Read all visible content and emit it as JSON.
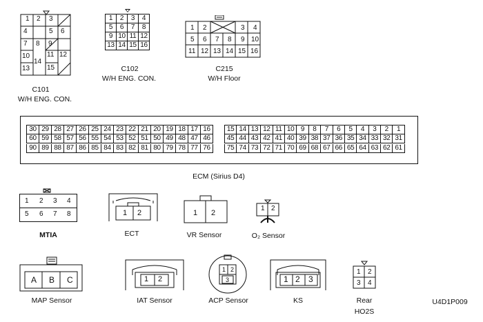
{
  "connectors": {
    "c101": {
      "code": "C101",
      "desc": "W/H ENG. CON."
    },
    "c102": {
      "code": "C102",
      "desc": "W/H ENG. CON.",
      "rows": [
        [
          "1",
          "2",
          "3",
          "4"
        ],
        [
          "5",
          "6",
          "7",
          "8"
        ],
        [
          "9",
          "10",
          "11",
          "12"
        ],
        [
          "13",
          "14",
          "15",
          "16"
        ]
      ]
    },
    "c215": {
      "code": "C215",
      "desc": "W/H Floor",
      "row1_left": [
        "1",
        "2"
      ],
      "row1_right": [
        "3",
        "4"
      ],
      "row2": [
        "5",
        "6",
        "7",
        "8",
        "9",
        "10"
      ],
      "row3": [
        "11",
        "12",
        "13",
        "14",
        "15",
        "16"
      ]
    },
    "ecm": {
      "label": "ECM (Sirius D4)",
      "left": {
        "row1": [
          "30",
          "29",
          "28",
          "27",
          "26",
          "25",
          "24",
          "23",
          "22",
          "21",
          "20",
          "19",
          "18",
          "17",
          "16"
        ],
        "row2": [
          "60",
          "59",
          "58",
          "57",
          "56",
          "55",
          "54",
          "53",
          "52",
          "51",
          "50",
          "49",
          "48",
          "47",
          "46"
        ],
        "row3": [
          "90",
          "89",
          "88",
          "87",
          "86",
          "85",
          "84",
          "83",
          "82",
          "81",
          "80",
          "79",
          "78",
          "77",
          "76"
        ]
      },
      "right": {
        "row1": [
          "15",
          "14",
          "13",
          "12",
          "11",
          "10",
          "9",
          "8",
          "7",
          "6",
          "5",
          "4",
          "3",
          "2",
          "1"
        ],
        "row2": [
          "45",
          "44",
          "43",
          "42",
          "41",
          "40",
          "39",
          "38",
          "37",
          "36",
          "35",
          "34",
          "33",
          "32",
          "31"
        ],
        "row3": [
          "75",
          "74",
          "73",
          "72",
          "71",
          "70",
          "69",
          "68",
          "67",
          "66",
          "65",
          "64",
          "63",
          "62",
          "61"
        ]
      }
    },
    "mtia": {
      "label": "MTIA",
      "row1": [
        "1",
        "2",
        "3",
        "4"
      ],
      "row2": [
        "5",
        "6",
        "7",
        "8"
      ]
    },
    "ect": {
      "label": "ECT",
      "pins": [
        "1",
        "2"
      ]
    },
    "vr_sensor": {
      "label": "VR Sensor",
      "pins": [
        "1",
        "2"
      ]
    },
    "o2_sensor": {
      "label": "O₂ Sensor",
      "pins": [
        "1",
        "2"
      ]
    },
    "map_sensor": {
      "label": "MAP Sensor",
      "pins": [
        "A",
        "B",
        "C"
      ]
    },
    "iat_sensor": {
      "label": "IAT Sensor",
      "pins": [
        "1",
        "2"
      ]
    },
    "acp_sensor": {
      "label": "ACP Sensor",
      "pins": [
        "1",
        "2",
        "3"
      ]
    },
    "ks": {
      "label": "KS",
      "pins": [
        "1",
        "2",
        "3"
      ]
    },
    "rear_ho2s": {
      "label_line1": "Rear",
      "label_line2": "HO2S",
      "pins": [
        "1",
        "2",
        "3",
        "4"
      ]
    }
  },
  "figure_code": "U4D1P009"
}
